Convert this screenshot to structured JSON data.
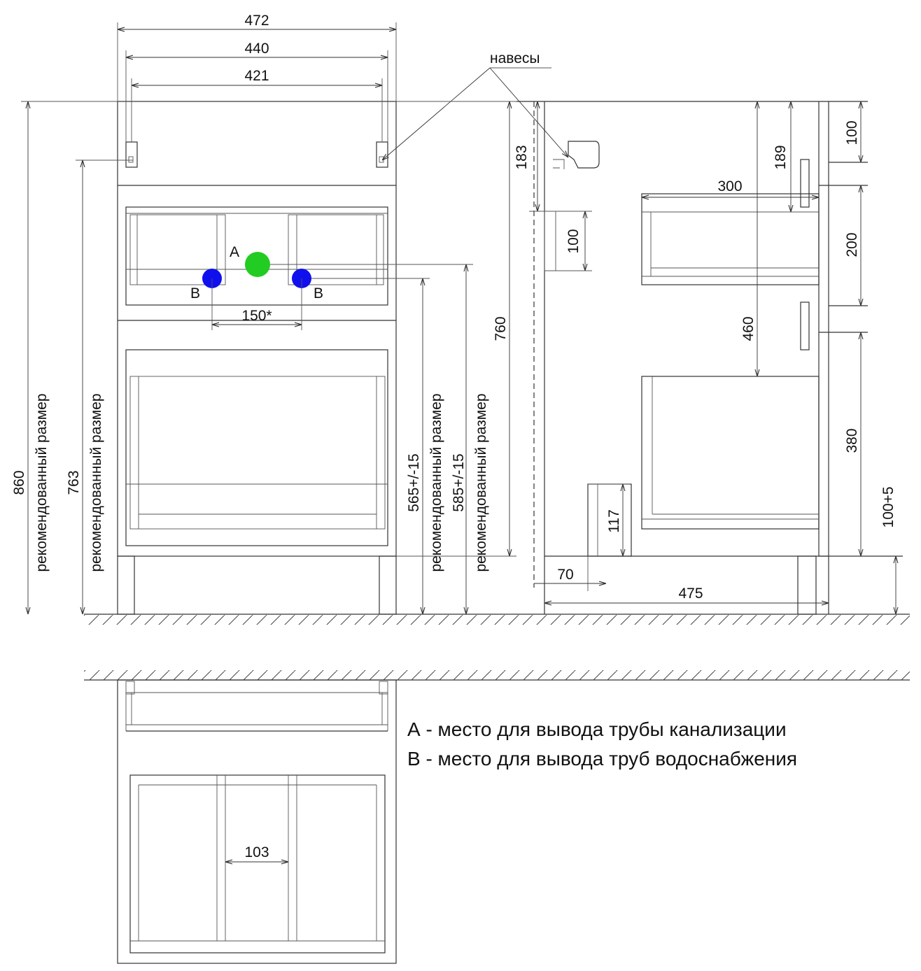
{
  "colors": {
    "point_a": "#22cc22",
    "point_b": "#1010ee",
    "line": "#333333"
  },
  "labels": {
    "hinges": "навесы",
    "point_a": "А",
    "point_b": "В",
    "recommended": "рекомендованный размер"
  },
  "front": {
    "w472": "472",
    "w440": "440",
    "w421": "421",
    "h860": "860",
    "h763": "763",
    "h760": "760",
    "d150": "150*",
    "d565": "565+/-15",
    "d585": "585+/-15"
  },
  "side": {
    "h183": "183",
    "h100a": "100",
    "h100b": "100",
    "h189": "189",
    "w300": "300",
    "h200": "200",
    "h460": "460",
    "h380": "380",
    "h117": "117",
    "h100p5": "100+5",
    "w70": "70",
    "w475": "475"
  },
  "bottom": {
    "w103": "103"
  },
  "legend": {
    "a": "А - место для вывода трубы канализации",
    "b": "В - место для вывода труб водоснабжения"
  }
}
